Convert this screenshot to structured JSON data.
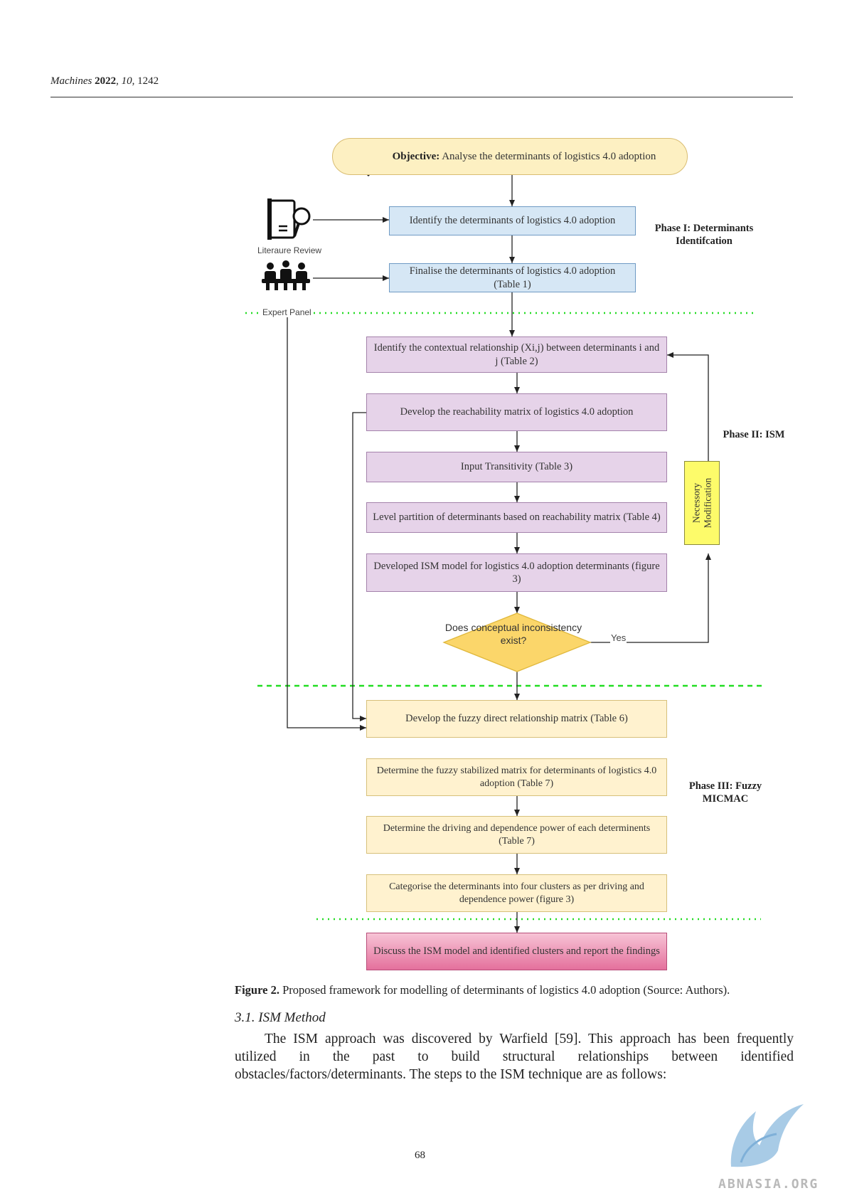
{
  "header": {
    "journal": "Machines",
    "year": "2022",
    "volume": "10",
    "article": "1242"
  },
  "figure": {
    "objective": {
      "label": "Objective:",
      "text": "Analyse the determinants of logistics 4.0 adoption"
    },
    "phase1": {
      "title": "Phase I: Determinants Identifcation",
      "steps": [
        "Identify the determinants of logistics 4.0 adoption",
        "Finalise the determinants of logistics 4.0 adoption (Table 1)"
      ],
      "sources": [
        "Literaure Review",
        "Expert Panel"
      ]
    },
    "phase2": {
      "title": "Phase II: ISM",
      "steps": [
        "Identify the contextual relationship (Xi,j) between determinants i and j (Table 2)",
        "Develop the reachability matrix of logistics 4.0 adoption",
        "Input Transitivity (Table 3)",
        "Level partition of determinants based on reachability matrix (Table 4)",
        "Developed ISM model for logistics 4.0 adoption determinants (figure 3)"
      ],
      "decision": "Does conceptual inconsistency exist?",
      "yes_label": "Yes",
      "modification": "Necessory Modification"
    },
    "phase3": {
      "title": "Phase III: Fuzzy MICMAC",
      "steps": [
        "Develop the fuzzy direct relationship matrix (Table 6)",
        "Determine the fuzzy stabilized matrix for determinants of logistics 4.0 adoption (Table 7)",
        "Determine the driving and dependence power of each determinents (Table 7)",
        "Categorise the determinants into four clusters as per driving and dependence power (figure 3)"
      ]
    },
    "final_step": "Discuss the ISM model and identified clusters and report the findings",
    "caption_label": "Figure 2.",
    "caption_text": "Proposed framework for modelling of determinants of logistics 4.0 adoption (Source: Authors)."
  },
  "section": {
    "title": "3.1. ISM Method",
    "paragraph": "The ISM approach was discovered by Warfield [59]. This approach has been frequently utilized in the past to build structural relationships between identified obstacles/factors/determinants. The steps to the ISM technique are as follows:"
  },
  "page_number": "68",
  "watermark": "ABNASIA.ORG",
  "colors": {
    "phase1_fill": "#d6e7f5",
    "phase2_fill": "#e6d3e9",
    "phase3_fill": "#fff2cf",
    "final_fill": "#e4709c",
    "decision_fill": "#fbd66a",
    "modification_fill": "#fdfb6a",
    "separator": "#22dd22"
  }
}
